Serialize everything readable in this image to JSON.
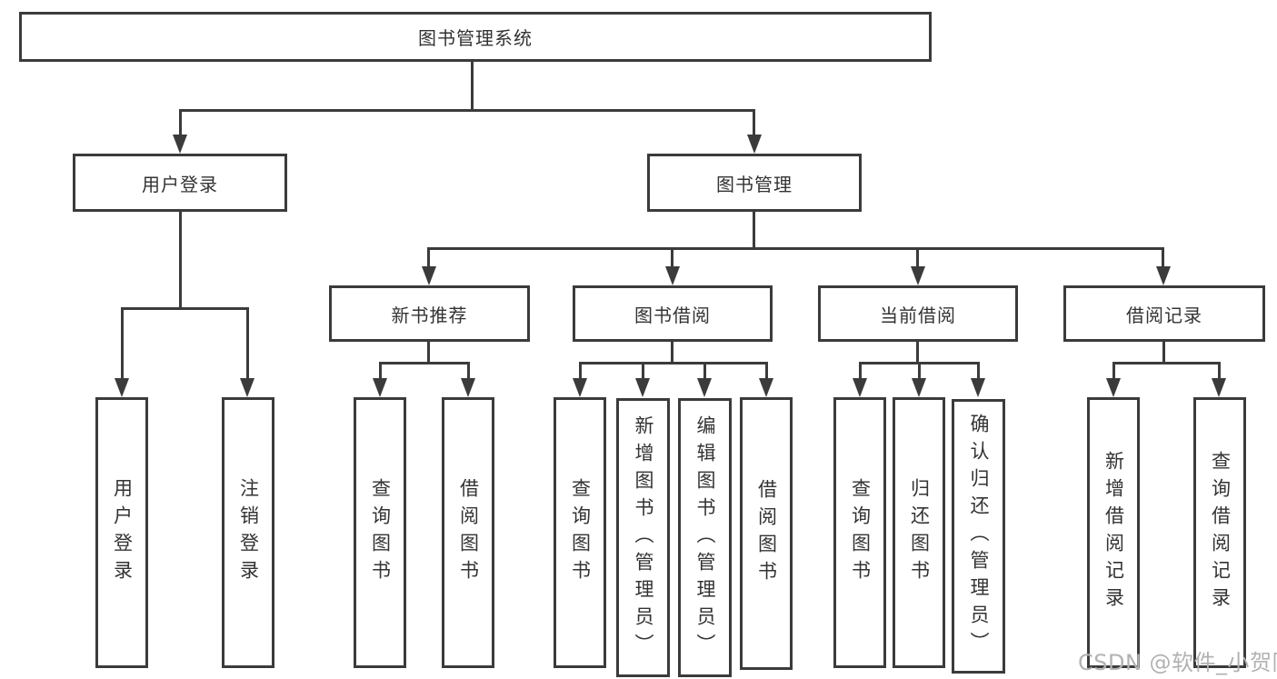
{
  "title": "图书管理系统",
  "level2": {
    "user_login": "用户登录",
    "book_mgmt": "图书管理"
  },
  "level3": {
    "new_book": "新书推荐",
    "borrow": "图书借阅",
    "current": "当前借阅",
    "records": "借阅记录"
  },
  "leaves": {
    "user_login": [
      "用户登录",
      "注销登录"
    ],
    "new_book": [
      "查询图书",
      "借阅图书"
    ],
    "borrow": [
      "查询图书",
      "新增图书（管理员）",
      "编辑图书（管理员）",
      "借阅图书"
    ],
    "current": [
      "查询图书",
      "归还图书",
      "确认归还（管理员）"
    ],
    "records": [
      "新增借阅记录",
      "查询借阅记录"
    ]
  },
  "watermark": "CSDN @软件_小贺同学",
  "colors": {
    "line": "#3b3b3b",
    "text": "#333333",
    "watermark": "#b2b2b2",
    "background": "#ffffff"
  }
}
